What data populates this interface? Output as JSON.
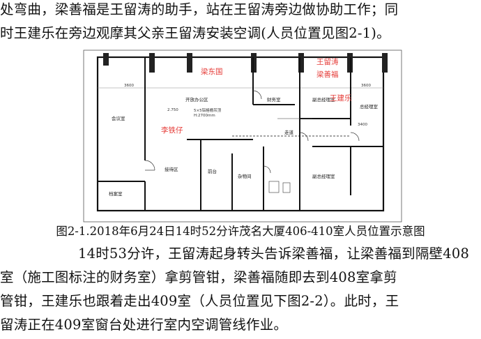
{
  "text": {
    "line1": "处弯曲，梁善福是王留涛的助手，站在王留涛旁边做协助工作；同",
    "line2": "时王建乐在旁边观摩其父亲王留涛安装空调(人员位置见图2-1)。",
    "caption": "图2-1.2018年6月24日14时52分许茂名大厦406-410室人员位置示意图",
    "line3": "14时53分许，王留涛起身转头告诉梁善福，让梁善福到隔壁408",
    "line4": "室（施工图标注的财务室）拿剪管钳，梁善福随即去到408室拿剪",
    "line5": "管钳，王建乐也跟着走出409室（人员位置见下图2-2）。此时，王",
    "line6": "留涛正在409室窗台处进行室内空调管线作业。"
  },
  "plan": {
    "people": {
      "liang_dongguo": "梁东国",
      "wang_liutao": "王留涛",
      "liang_shanfu": "梁善福",
      "wang_jianle": "王建乐",
      "li_tiezi": "李铁仔"
    },
    "rooms": {
      "open_office": "开放办公区",
      "finance": "财务室",
      "vice_gm_1": "副总经理室",
      "gm": "总经理室",
      "meeting": "会议室",
      "archive": "档案室",
      "reception": "接待区",
      "front_desk": "前台",
      "storage": "杂物间",
      "corridor": "走道",
      "vice_gm_2": "副总经理室"
    },
    "labels": {
      "elev_mark": "2.750",
      "note": "5×5铝格栅吊顶",
      "height": "H:2700mm",
      "dim_3600a": "3600",
      "dim_3600b": "3600",
      "dim_3400": "3400"
    }
  },
  "colors": {
    "annotation": "#e53935",
    "wall": "#111111"
  }
}
